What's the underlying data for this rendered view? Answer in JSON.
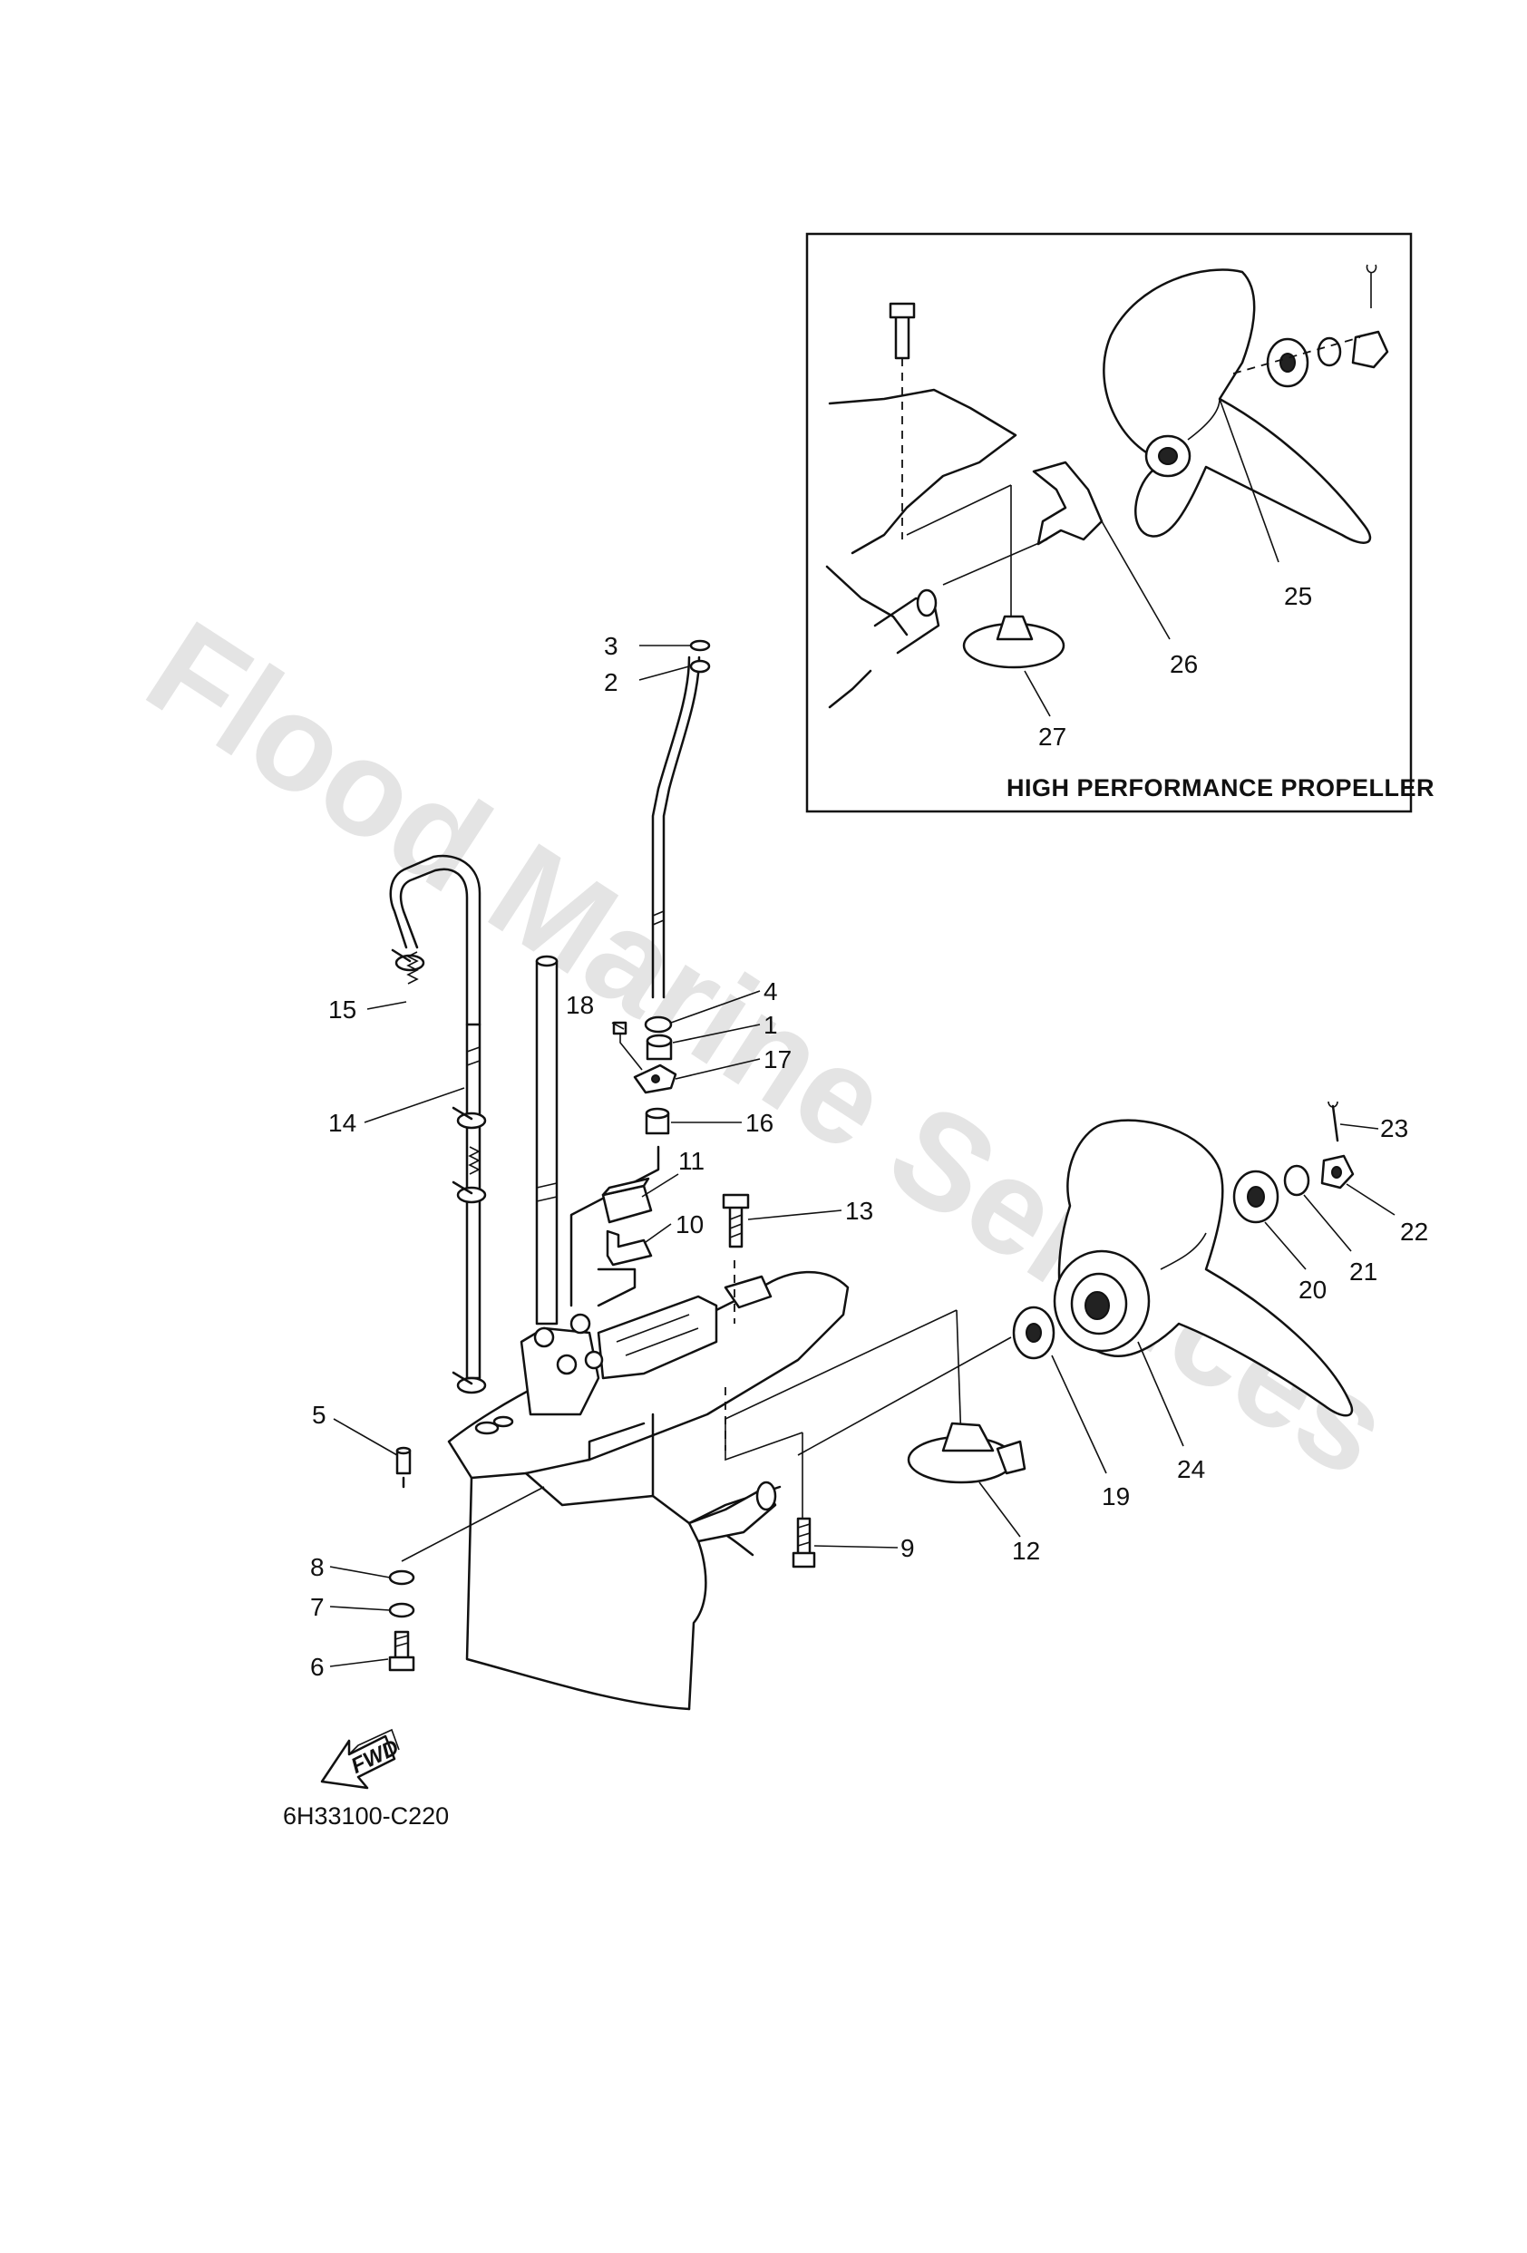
{
  "diagram": {
    "watermark": "Flood Marine Services",
    "inset_caption": "HIGH PERFORMANCE PROPELLER",
    "drawing_code": "6H33100-C220",
    "fwd_label": "FWD",
    "callouts": {
      "c1": "1",
      "c2": "2",
      "c3": "3",
      "c4": "4",
      "c5": "5",
      "c6": "6",
      "c7": "7",
      "c8": "8",
      "c9": "9",
      "c10": "10",
      "c11": "11",
      "c12": "12",
      "c13": "13",
      "c14": "14",
      "c15": "15",
      "c16": "16",
      "c17": "17",
      "c18": "18",
      "c19": "19",
      "c20": "20",
      "c21": "21",
      "c22": "22",
      "c23": "23",
      "c24": "24",
      "c25": "25",
      "c26": "26",
      "c27": "27"
    }
  }
}
